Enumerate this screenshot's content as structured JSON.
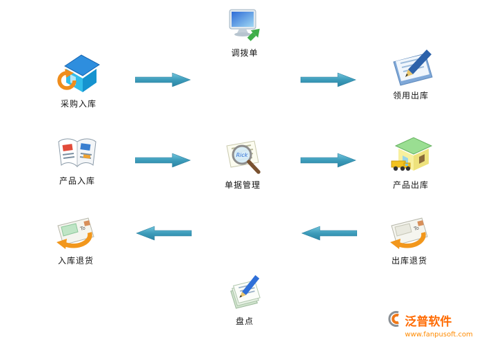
{
  "page": {
    "background": "#ffffff"
  },
  "nodes": [
    {
      "id": "transfer-order",
      "label": "调拨单"
    },
    {
      "id": "purchase-inbound",
      "label": "采购入库"
    },
    {
      "id": "requisition-outbound",
      "label": "领用出库"
    },
    {
      "id": "product-inbound",
      "label": "产品入库"
    },
    {
      "id": "document-management",
      "label": "单据管理"
    },
    {
      "id": "product-outbound",
      "label": "产品出库"
    },
    {
      "id": "inbound-return",
      "label": "入库退货"
    },
    {
      "id": "outbound-return",
      "label": "出库退货"
    },
    {
      "id": "stocktake",
      "label": "盘点"
    }
  ],
  "icon_texts": {
    "magnifier": "Rick",
    "card": "To"
  },
  "arrows": [
    {
      "id": "arrow-1",
      "row": 1,
      "side": "left",
      "direction": "right",
      "from": "采购入库",
      "to": "调拨单"
    },
    {
      "id": "arrow-2",
      "row": 1,
      "side": "right",
      "direction": "right",
      "from": "调拨单",
      "to": "领用出库"
    },
    {
      "id": "arrow-3",
      "row": 2,
      "side": "left",
      "direction": "right",
      "from": "产品入库",
      "to": "单据管理"
    },
    {
      "id": "arrow-4",
      "row": 2,
      "side": "right",
      "direction": "right",
      "from": "单据管理",
      "to": "产品出库"
    },
    {
      "id": "arrow-5",
      "row": 3,
      "side": "left",
      "direction": "left",
      "from": "单据管理",
      "to": "入库退货"
    },
    {
      "id": "arrow-6",
      "row": 3,
      "side": "right",
      "direction": "left",
      "from": "出库退货",
      "to": "单据管理"
    }
  ],
  "colors": {
    "arrow_teal": "#3c9ab8",
    "brand_orange": "#ff6a00",
    "url_orange": "#ff8a00"
  },
  "watermark": {
    "brand": "泛普软件",
    "url": "www.fanpusoft.com"
  }
}
